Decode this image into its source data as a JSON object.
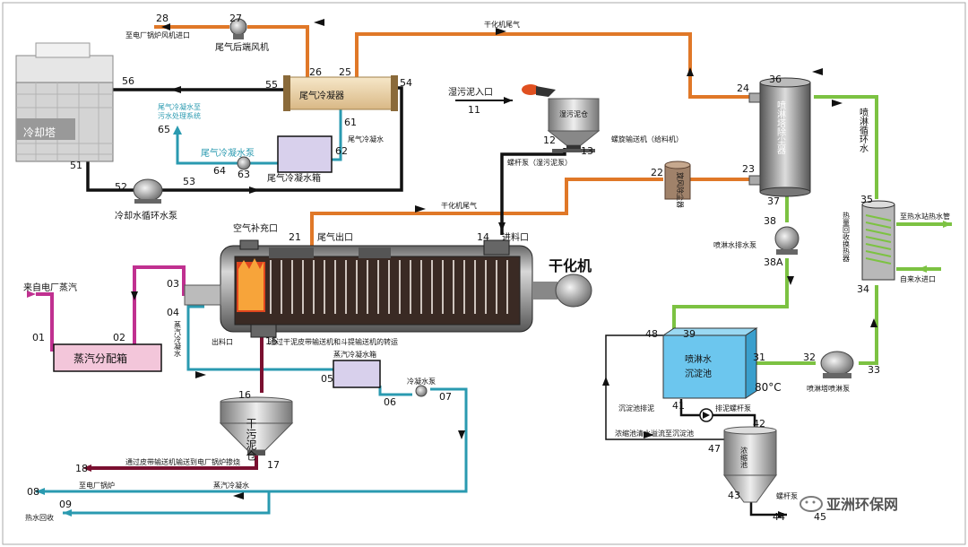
{
  "numbers": {
    "n01": "01",
    "n02": "02",
    "n03": "03",
    "n04": "04",
    "n05": "05",
    "n06": "06",
    "n07": "07",
    "n08": "08",
    "n09": "09",
    "n11": "11",
    "n12": "12",
    "n13": "13",
    "n14": "14",
    "n15": "15",
    "n16": "16",
    "n17": "17",
    "n18": "18",
    "n21": "21",
    "n22": "22",
    "n23": "23",
    "n24": "24",
    "n25": "25",
    "n26": "26",
    "n27": "27",
    "n28": "28",
    "n31": "31",
    "n32": "32",
    "n33": "33",
    "n34": "34",
    "n35": "35",
    "n36": "36",
    "n37": "37",
    "n38": "38",
    "n38a": "38A",
    "n39": "39",
    "n41": "41",
    "n42": "42",
    "n43": "43",
    "n44": "44",
    "n45": "45",
    "n47": "47",
    "n48": "48",
    "n51": "51",
    "n52": "52",
    "n53": "53",
    "n54": "54",
    "n55": "55",
    "n56": "56",
    "n61": "61",
    "n62": "62",
    "n63": "63",
    "n64": "64",
    "n65": "65"
  },
  "labels": {
    "to_boiler_fan": "至电厂锅炉风机进口",
    "exhaust_fan": "尾气后端风机",
    "cooling_tower": "冷却塔",
    "exhaust_condenser": "尾气冷凝器",
    "condensate_to_treatment_1": "尾气冷凝水至",
    "condensate_to_treatment_2": "污水处理系统",
    "exhaust_condensate_pump": "尾气冷凝水泵",
    "exhaust_condensate_tank": "尾气冷凝水箱",
    "exhaust_condensate": "尾气冷凝水",
    "cooling_water_pump": "冷却水循环水泵",
    "wet_sludge_inlet": "湿污泥入口",
    "wet_sludge_bin": "湿污泥仓",
    "screw_conveyor": "螺旋输送机（给料机）",
    "screw_pump": "螺杆泵（湿污泥泵）",
    "dryer_exhaust_top": "干化机尾气",
    "dryer_exhaust_mid": "干化机尾气",
    "cyclone": "旋风除尘器",
    "spray_tower": "喷淋塔除尘器",
    "spray_loop": "喷淋循环水",
    "air_supplement": "空气补充口",
    "exhaust_outlet": "尾气出口",
    "feed_inlet": "进料口",
    "dryer": "干化机",
    "steam_from_plant": "来自电厂蒸汽",
    "steam_distributor": "蒸汽分配箱",
    "steam_condensate_v": "蒸汽冷凝水",
    "discharge": "出料口",
    "conveyor_note": "通过干泥皮带输送机和斗提输送机的转运",
    "steam_condensate_tank": "蒸汽冷凝水箱",
    "condensate_pump": "冷凝水泵",
    "dry_sludge_bin": "干污泥仓",
    "dry_sludge_to_boiler": "通过皮带输送机输送到电厂锅炉掺烧",
    "to_plant_boiler": "至电厂锅炉",
    "steam_condensate_h": "蒸汽冷凝水",
    "hot_water_recovery": "热水回收",
    "spray_drain_pump": "喷淋水排水泵",
    "heat_exchanger": "热量回收换热器",
    "to_heating_station": "至热水站热水管",
    "from_water_inlet": "自来水进口",
    "settling_tank_1": "喷淋水",
    "settling_tank_2": "沉淀池",
    "temperature": "80°C",
    "spray_tower_pump": "喷淋塔喷淋泵",
    "settling_sludge_drain": "沉淀池排泥",
    "sludge_screw_pump": "排泥螺杆泵",
    "overflow_note": "浓缩池清水溢流至沉淀池",
    "thickener": "浓缩池",
    "screw_pump_small": "螺杆泵",
    "watermark": "亚洲环保网"
  },
  "colors": {
    "black": "#111111",
    "orange": "#e07828",
    "teal": "#2a9ab0",
    "green": "#7cc242",
    "magenta": "#c03090",
    "dark_red": "#7a1030",
    "tank_lavender": "#d8d0ec",
    "settling_blue": "#6cc6ee",
    "distributor_pink": "#f3c6da",
    "tower_gray": "#8a8a8a"
  }
}
